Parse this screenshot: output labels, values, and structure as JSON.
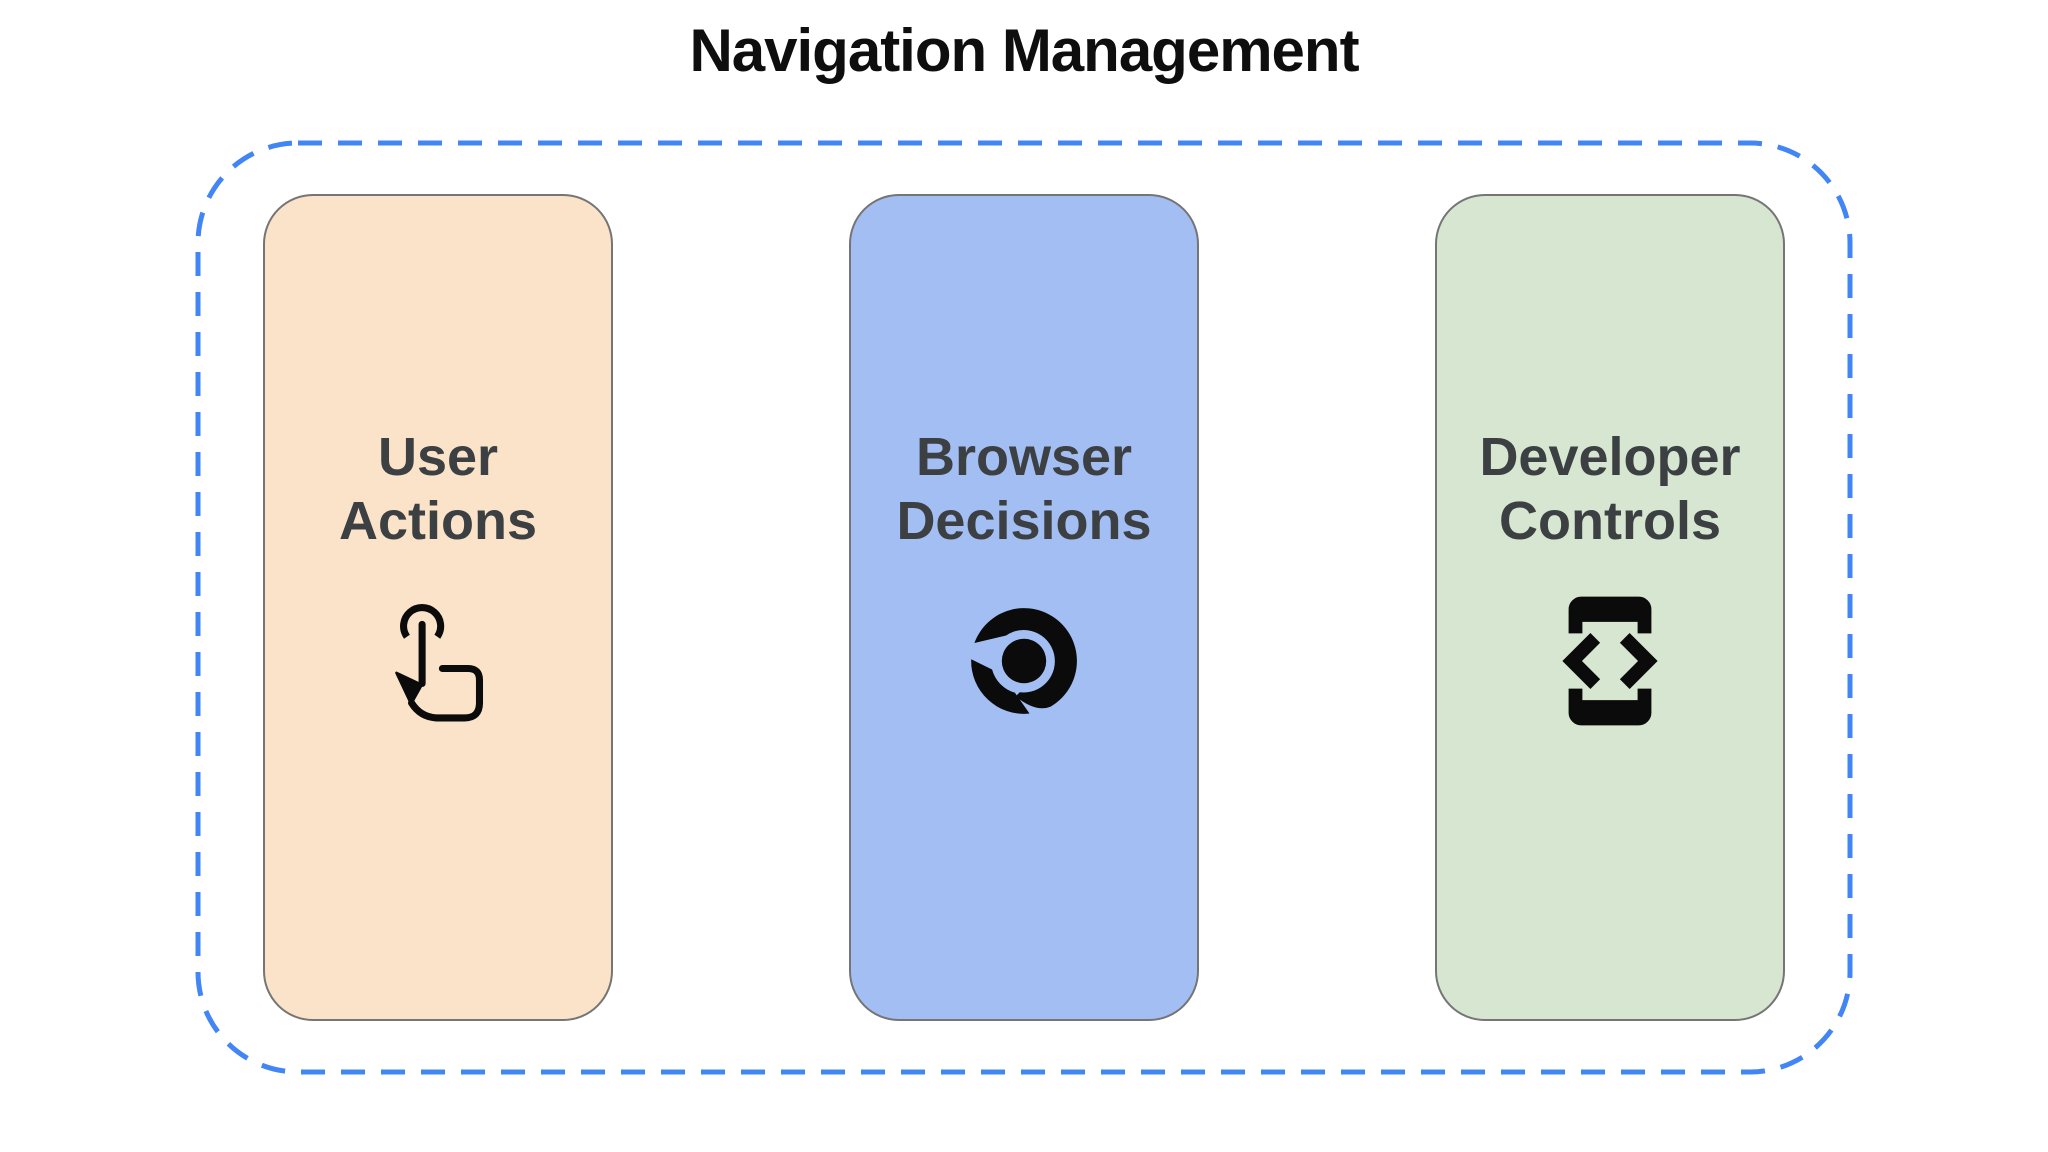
{
  "title": "Navigation Management",
  "colors": {
    "background": "#FFFFFF",
    "title_color": "#0E0E0E",
    "label_color": "#3C4043",
    "frame_blue": "#4285F4",
    "card_border": "#757575",
    "icon_black": "#0B0B0B",
    "card_user_bg": "#FAE3C9",
    "card_browser_bg": "#A3BEF2",
    "card_dev_bg": "#D6E6D0"
  },
  "frame": {
    "style": "dashed"
  },
  "cards": [
    {
      "label": "User Actions",
      "icon": "tap-gesture-icon",
      "bg": "#FAE3C9"
    },
    {
      "label": "Browser Decisions",
      "icon": "chrome-browser-icon",
      "bg": "#A3BEF2"
    },
    {
      "label": "Developer Controls",
      "icon": "developer-mode-icon",
      "bg": "#D6E6D0"
    }
  ]
}
